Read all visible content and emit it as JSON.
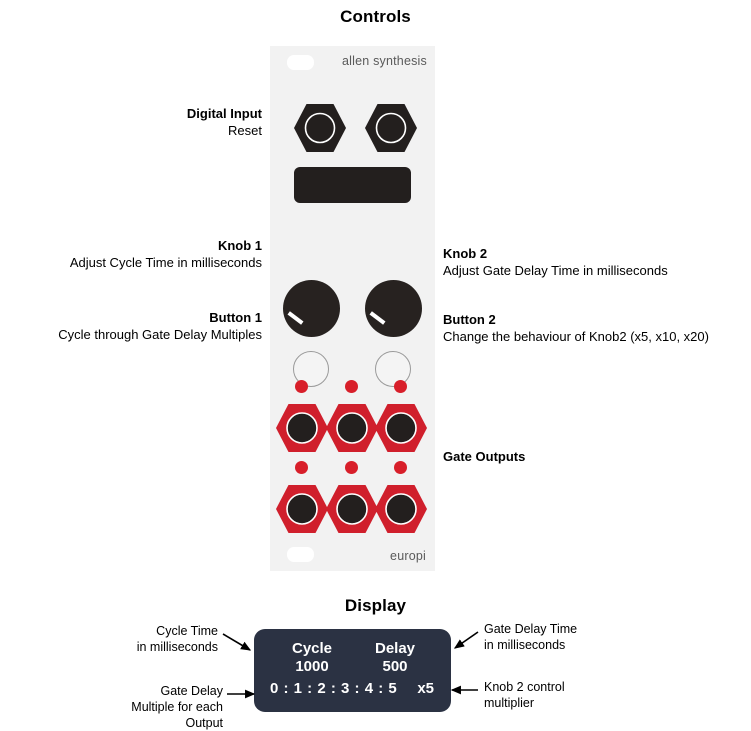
{
  "sections": {
    "controls_heading": "Controls",
    "display_heading": "Display"
  },
  "module": {
    "brand_top": "allen synthesis",
    "brand_bottom": "europi",
    "colors": {
      "panel": "#f2f2f2",
      "jack_black": "#231f1e",
      "jack_red": "#d01f2c",
      "led_red": "#d81f2a",
      "knob": "#272220",
      "display_bg": "#2b3243"
    }
  },
  "callouts": {
    "digital_input": {
      "title": "Digital Input",
      "subtitle": "Reset"
    },
    "knob1": {
      "title": "Knob 1",
      "subtitle": "Adjust Cycle Time in milliseconds"
    },
    "knob2": {
      "title": "Knob 2",
      "subtitle": "Adjust Gate Delay Time in milliseconds"
    },
    "button1": {
      "title": "Button 1",
      "subtitle": "Cycle through Gate Delay Multiples"
    },
    "button2": {
      "title": "Button 2",
      "subtitle": "Change the behaviour of Knob2 (x5, x10, x20)"
    },
    "gate_outputs": {
      "title": "Gate Outputs"
    }
  },
  "display": {
    "cycle_label": "Cycle",
    "cycle_value": "1000",
    "delay_label": "Delay",
    "delay_value": "500",
    "multiples": "0 : 1 : 2 : 3 : 4 : 5",
    "multiplier": "x5"
  },
  "display_annotations": {
    "cycle_time": "Cycle Time\nin milliseconds",
    "cycle_time_line1": "Cycle Time",
    "cycle_time_line2": "in milliseconds",
    "gate_delay_time_line1": "Gate Delay Time",
    "gate_delay_time_line2": "in milliseconds",
    "gate_delay_multiple_line1": "Gate Delay",
    "gate_delay_multiple_line2": "Multiple for each",
    "gate_delay_multiple_line3": "Output",
    "knob2_multiplier_line1": "Knob 2 control",
    "knob2_multiplier_line2": "multiplier"
  }
}
